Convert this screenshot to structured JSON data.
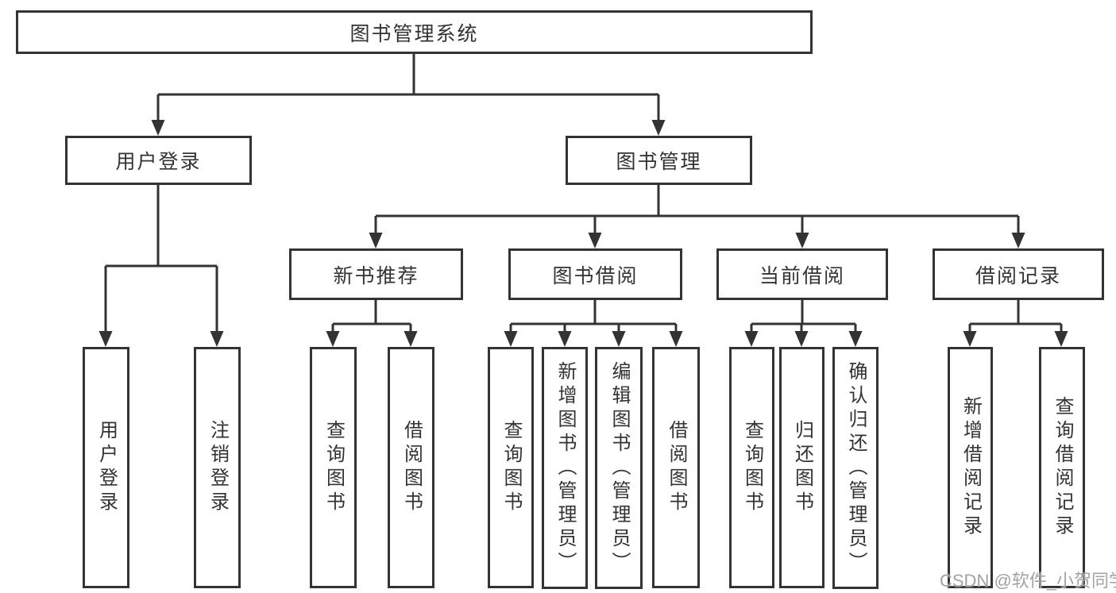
{
  "diagram": {
    "root_label": "图书管理系统",
    "level2": {
      "user_login": "用户登录",
      "book_mgmt": "图书管理"
    },
    "level3": {
      "new_book": "新书推荐",
      "borrow": "图书借阅",
      "current": "当前借阅",
      "records": "借阅记录"
    },
    "leaves": {
      "user_login_1": "用户登录",
      "user_login_2": "注销登录",
      "new_book_1": "查询图书",
      "new_book_2": "借阅图书",
      "borrow_1": "查询图书",
      "borrow_2": "新增图书（管理员）",
      "borrow_3": "编辑图书（管理员）",
      "borrow_4": "借阅图书",
      "current_1": "查询图书",
      "current_2": "归还图书",
      "current_3": "确认归还（管理员）",
      "records_1": "新增借阅记录",
      "records_2": "查询借阅记录"
    },
    "colors": {
      "line": "#333333",
      "text": "#333333",
      "watermark": "#9b9ea3"
    },
    "watermark": "CSDN @软件_小贺同学"
  }
}
